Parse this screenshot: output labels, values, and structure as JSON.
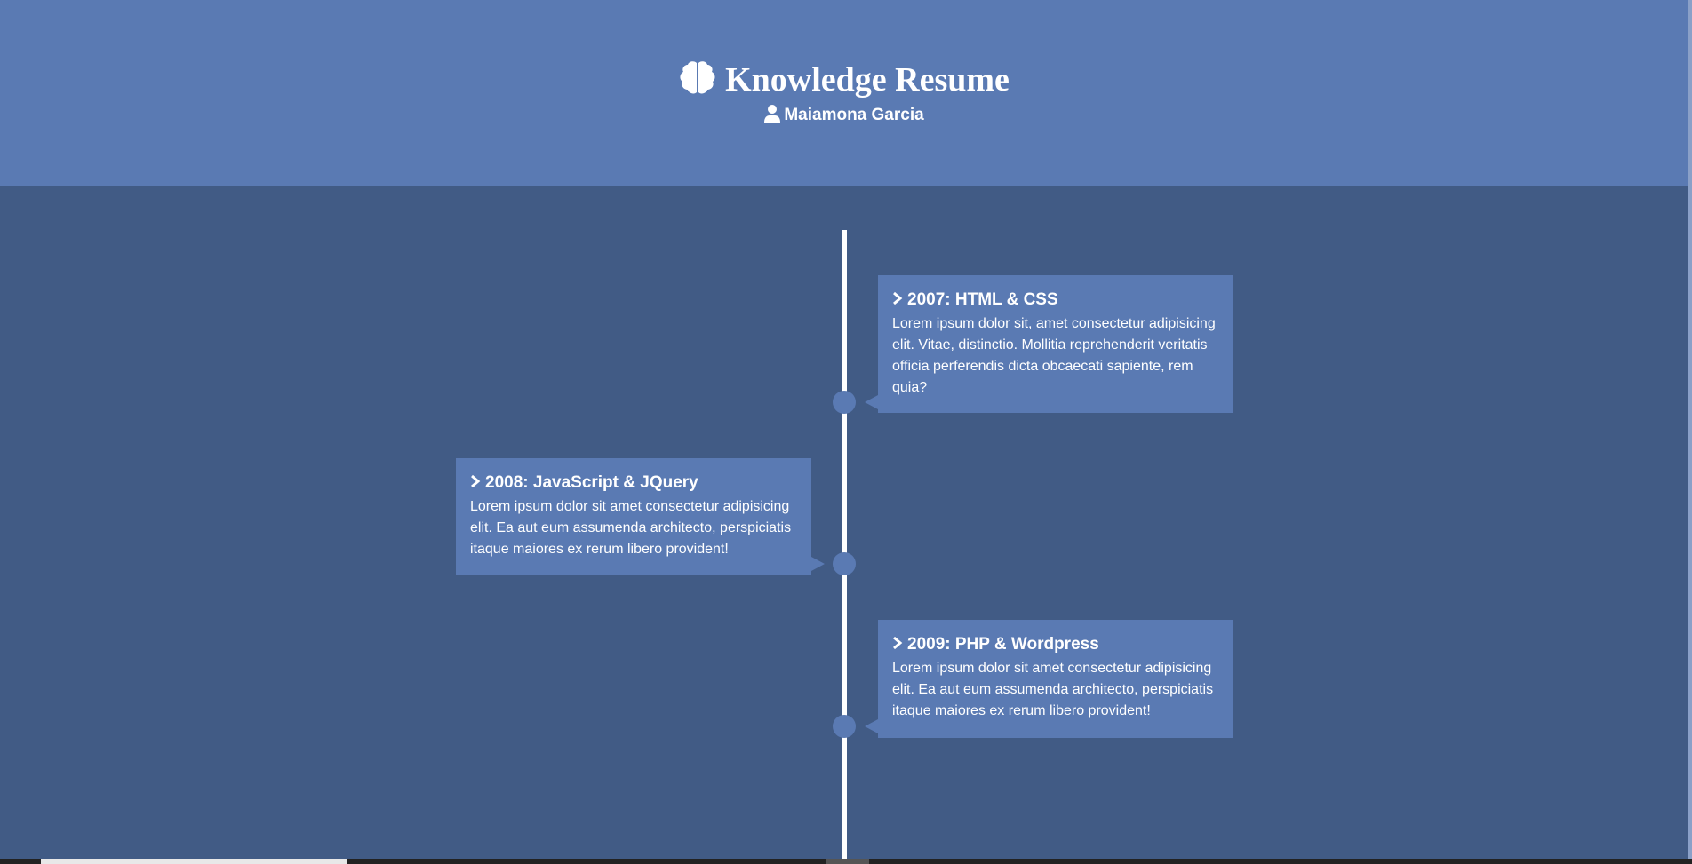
{
  "header": {
    "title": "Knowledge Resume",
    "title_icon": "brain-icon",
    "author": "Maiamona Garcia",
    "author_icon": "user-icon"
  },
  "timeline": {
    "entries": [
      {
        "heading": "2007: HTML & CSS",
        "text": "Lorem ipsum dolor sit, amet consectetur adipisicing elit. Vitae, distinctio. Mollitia reprehenderit veritatis officia perferendis dicta obcaecati sapiente, rem quia?",
        "side": "right"
      },
      {
        "heading": "2008: JavaScript & JQuery",
        "text": "Lorem ipsum dolor sit amet consectetur adipisicing elit. Ea aut eum assumenda architecto, perspiciatis itaque maiores ex rerum libero provident!",
        "side": "left"
      },
      {
        "heading": "2009: PHP & Wordpress",
        "text": "Lorem ipsum dolor sit amet consectetur adipisicing elit. Ea aut eum assumenda architecto, perspiciatis itaque maiores ex rerum libero provident!",
        "side": "right"
      }
    ]
  },
  "colors": {
    "header_bg": "#5a7ab3",
    "page_bg": "#415b85",
    "card_bg": "#5a7ab3",
    "line": "#ffffff"
  }
}
